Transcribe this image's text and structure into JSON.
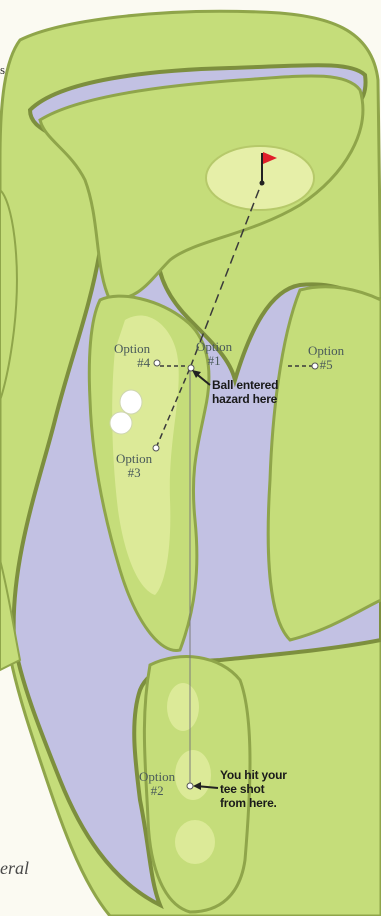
{
  "colors": {
    "water": "#c2c1e3",
    "fairway": "#c5dd7a",
    "fairway_light": "#dcea98",
    "rough_edge": "#8fa54a",
    "green": "#e6efa8",
    "flag": "#e0202a",
    "paper": "#fbfaf2"
  },
  "labels": {
    "option1": {
      "word": "Option",
      "num": "#1"
    },
    "option2": {
      "word": "Option",
      "num": "#2"
    },
    "option3": {
      "word": "Option",
      "num": "#3"
    },
    "option4": {
      "word": "Option",
      "num": "#4"
    },
    "option5": {
      "word": "Option",
      "num": "#5"
    }
  },
  "notes": {
    "hazard": [
      "Ball entered",
      "hazard here"
    ],
    "tee": [
      "You hit your",
      "tee shot",
      "from here."
    ]
  },
  "edge_text": {
    "top_left_letter": "s",
    "bottom_left_word": "eral"
  }
}
